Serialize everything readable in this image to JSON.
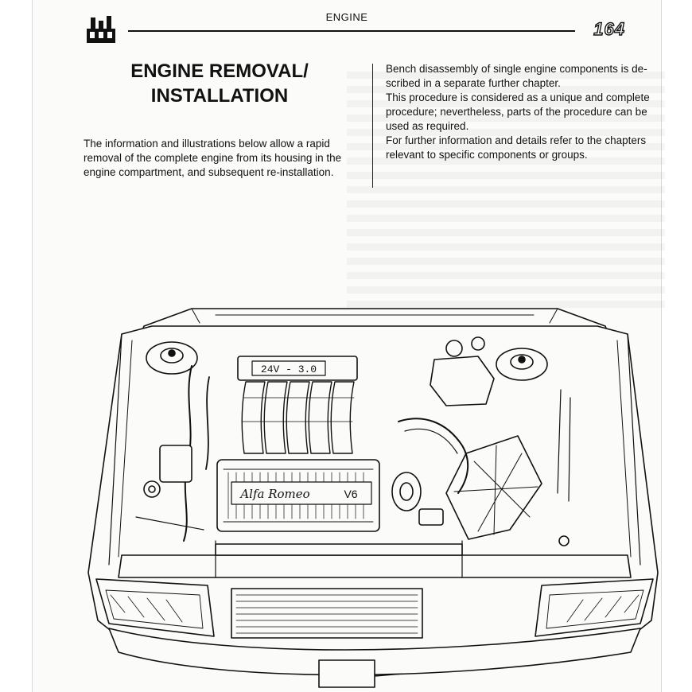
{
  "header": {
    "section": "ENGINE",
    "page_number": "164",
    "logo_icon": "engine-pistons-icon"
  },
  "title": {
    "line1": "ENGINE REMOVAL/",
    "line2": "INSTALLATION"
  },
  "intro": {
    "lines": [
      "The information and illustrations below allow a rapid",
      "removal of the complete engine from its housing in the",
      "engine compartment, and subsequent re-installation."
    ]
  },
  "right_column": {
    "lines": [
      "Bench disassembly of single engine components is de-",
      "scribed in a separate further chapter.",
      "This procedure is considered as a unique and complete",
      "procedure; nevertheless, parts of the procedure can be",
      "used as required.",
      "For further information and details refer to the chapters",
      "relevant to specific components or groups."
    ]
  },
  "illustration": {
    "subject": "engine-compartment-illustration",
    "intake_plate_text": "24V - 3.0",
    "cover_brand_text": "Alfa Romeo",
    "cover_engine_text": "V6"
  },
  "colors": {
    "ink": "#111111",
    "paper": "#fbfbfa"
  }
}
